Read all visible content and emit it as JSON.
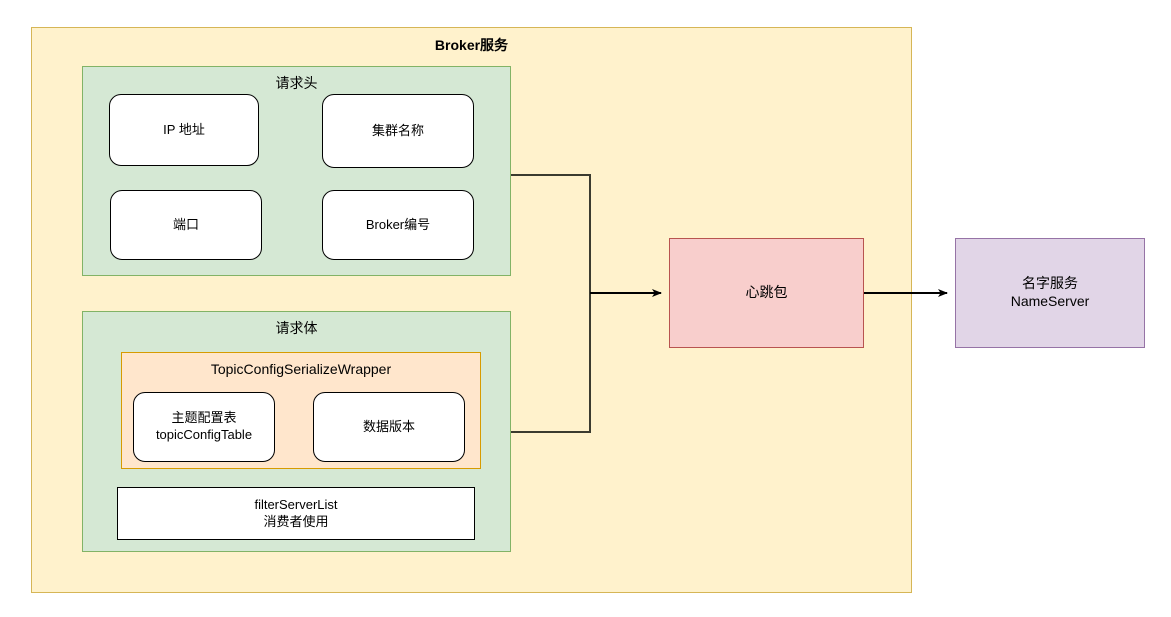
{
  "diagram": {
    "title": "Broker服务",
    "type": "flowchart",
    "colors": {
      "broker_fill": "#fff2cc",
      "broker_stroke": "#d6b656",
      "group_fill": "#d5e8d4",
      "group_stroke": "#82b366",
      "wrapper_fill": "#ffe6cc",
      "wrapper_stroke": "#d79b00",
      "heartbeat_fill": "#f8cecc",
      "heartbeat_stroke": "#b85450",
      "nameserver_fill": "#e1d5e7",
      "nameserver_stroke": "#9673a6",
      "leaf_fill": "#ffffff",
      "leaf_stroke": "#000000",
      "edge_stroke": "#000000",
      "page_background": "#ffffff"
    }
  },
  "broker": {
    "label": "Broker服务",
    "request_head": {
      "label": "请求头",
      "fields": [
        {
          "label": "IP  地址"
        },
        {
          "label": "集群名称"
        },
        {
          "label": "端口"
        },
        {
          "label": "Broker编号"
        }
      ]
    },
    "request_body": {
      "label": "请求体",
      "wrapper": {
        "label": "TopicConfigSerializeWrapper",
        "fields": [
          {
            "label": "主题配置表\ntopicConfigTable"
          },
          {
            "label": "数据版本"
          }
        ]
      },
      "filter_server": {
        "label": "filterServerList\n消费者使用"
      }
    }
  },
  "heartbeat": {
    "label": "心跳包"
  },
  "nameserver": {
    "label": "名字服务\nNameServer"
  },
  "edges": [
    {
      "name": "request-head-to-heartbeat",
      "from": "请求头",
      "to": "心跳包"
    },
    {
      "name": "request-body-to-heartbeat",
      "from": "请求体",
      "to": "心跳包"
    },
    {
      "name": "heartbeat-to-nameserver",
      "from": "心跳包",
      "to": "名字服务 NameServer"
    }
  ]
}
